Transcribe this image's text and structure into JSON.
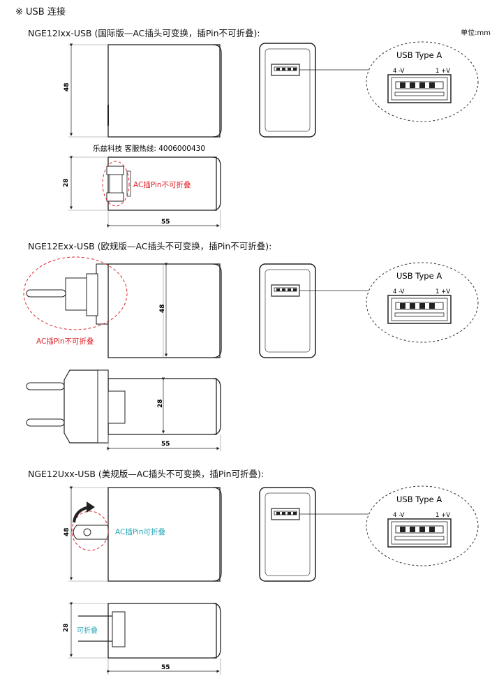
{
  "header": "※ USB 连接",
  "unit": "单位:mm",
  "hotline": "乐兹科技 客服热线:  4006000430",
  "sections": [
    {
      "title": "NGE12Ixx-USB (国际版—AC插头可变换，插Pin不可折叠):",
      "height_dim": "48",
      "side_height_dim": "28",
      "length_dim": "55",
      "callout": "AC插Pin不可折叠",
      "usb": {
        "title": "USB Type A",
        "pin_minus": "4 -V",
        "pin_plus": "1 +V"
      }
    },
    {
      "title": "NGE12Exx-USB (欧规版—AC插头不可变换，插Pin不可折叠):",
      "height_dim": "48",
      "side_height_dim": "28",
      "length_dim": "55",
      "callout": "AC插Pin不可折叠",
      "usb": {
        "title": "USB Type A",
        "pin_minus": "4 -V",
        "pin_plus": "1 +V"
      }
    },
    {
      "title": "NGE12Uxx-USB (美规版—AC插头不可变换，插Pin可折叠):",
      "height_dim": "48",
      "side_height_dim": "28",
      "length_dim": "55",
      "callout": "AC插Pin可折叠",
      "side_callout": "可折叠",
      "usb": {
        "title": "USB Type A",
        "pin_minus": "4 -V",
        "pin_plus": "1 +V"
      }
    }
  ],
  "colors": {
    "red_callout": "#e0242b",
    "teal_callout": "#2aa6b8",
    "line": "#222222"
  }
}
